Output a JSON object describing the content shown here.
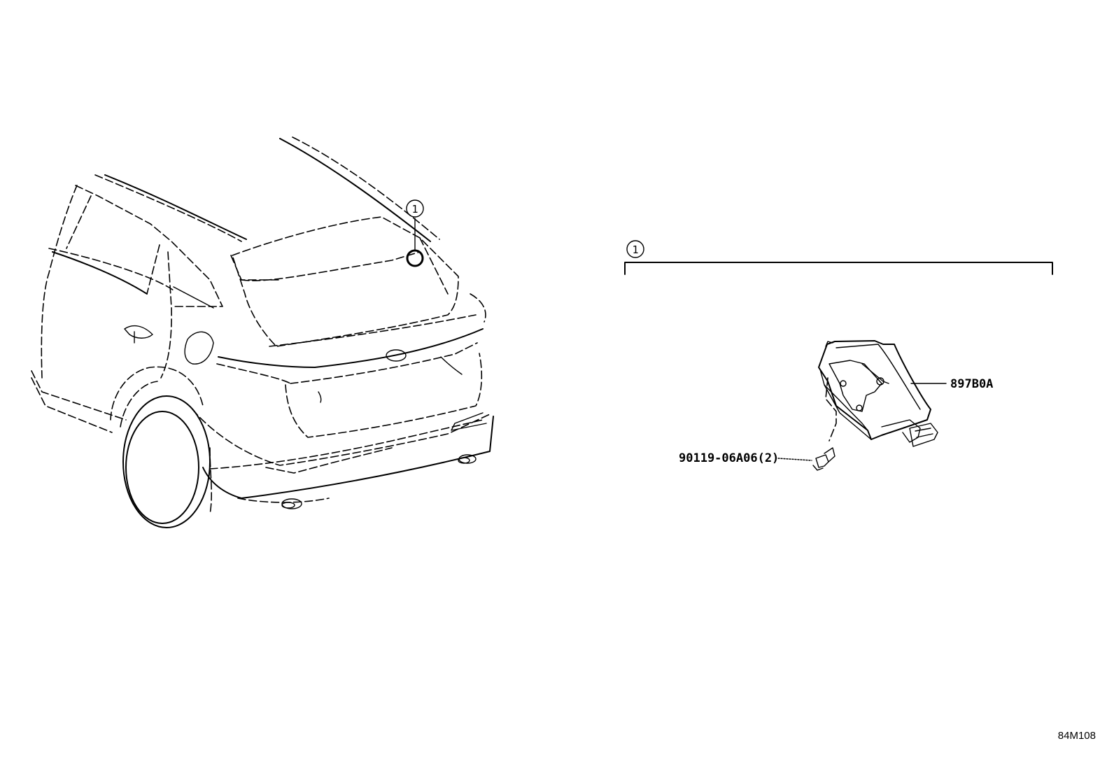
{
  "callouts": {
    "vehicle_marker": "1",
    "group_marker": "1"
  },
  "parts": {
    "module_part_number": "897B0A",
    "screw_part_number": "90119-06A06(2)"
  },
  "reference_code": "84M108"
}
